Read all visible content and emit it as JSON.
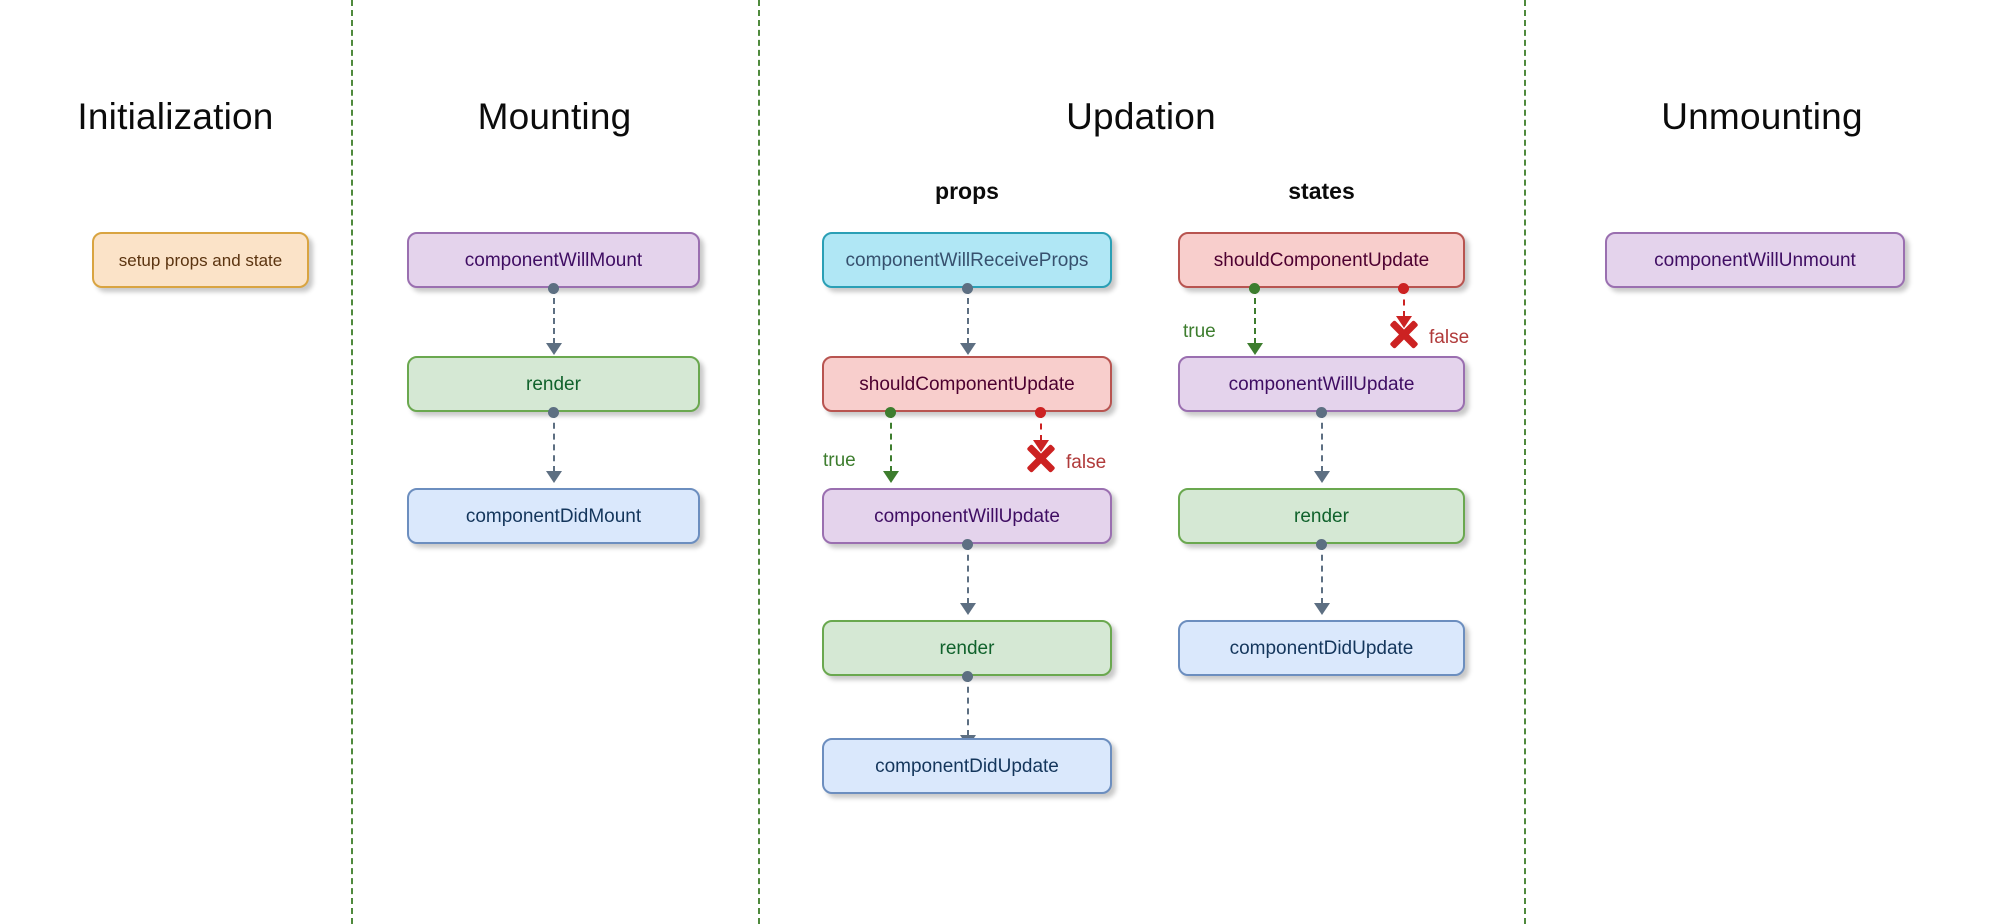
{
  "diagram": {
    "title_unused": "",
    "colors": {
      "divider": "#4f8a3d",
      "purple_fill": "#e4d3ec",
      "purple_stroke": "#9a6fb0",
      "green_fill": "#d5e8d4",
      "green_stroke": "#6aa84f",
      "blue_fill": "#dae8fc",
      "blue_stroke": "#6c8ebf",
      "cyan_fill": "#b0e7f5",
      "cyan_stroke": "#2a9fb5",
      "red_fill": "#f8cecc",
      "red_stroke": "#b85450",
      "orange_fill": "#fbe3c8",
      "orange_stroke": "#d9a441",
      "true_label": "#3d7d2e",
      "false_label": "#b03a3a",
      "connector_gray": "#5d6f82"
    }
  },
  "sections": {
    "initialization": {
      "title": "Initialization",
      "nodes": [
        {
          "label": "setup props and state"
        }
      ]
    },
    "mounting": {
      "title": "Mounting",
      "nodes": [
        {
          "label": "componentWillMount"
        },
        {
          "label": "render"
        },
        {
          "label": "componentDidMount"
        }
      ]
    },
    "updation": {
      "title": "Updation",
      "props": {
        "subtitle": "props",
        "nodes": [
          {
            "label": "componentWillReceiveProps"
          },
          {
            "label": "shouldComponentUpdate"
          },
          {
            "label": "componentWillUpdate"
          },
          {
            "label": "render"
          },
          {
            "label": "componentDidUpdate"
          }
        ],
        "branch": {
          "true_label": "true",
          "false_label": "false"
        }
      },
      "states": {
        "subtitle": "states",
        "nodes": [
          {
            "label": "shouldComponentUpdate"
          },
          {
            "label": "componentWillUpdate"
          },
          {
            "label": "render"
          },
          {
            "label": "componentDidUpdate"
          }
        ],
        "branch": {
          "true_label": "true",
          "false_label": "false"
        }
      }
    },
    "unmounting": {
      "title": "Unmounting",
      "nodes": [
        {
          "label": "componentWillUnmount"
        }
      ]
    }
  }
}
